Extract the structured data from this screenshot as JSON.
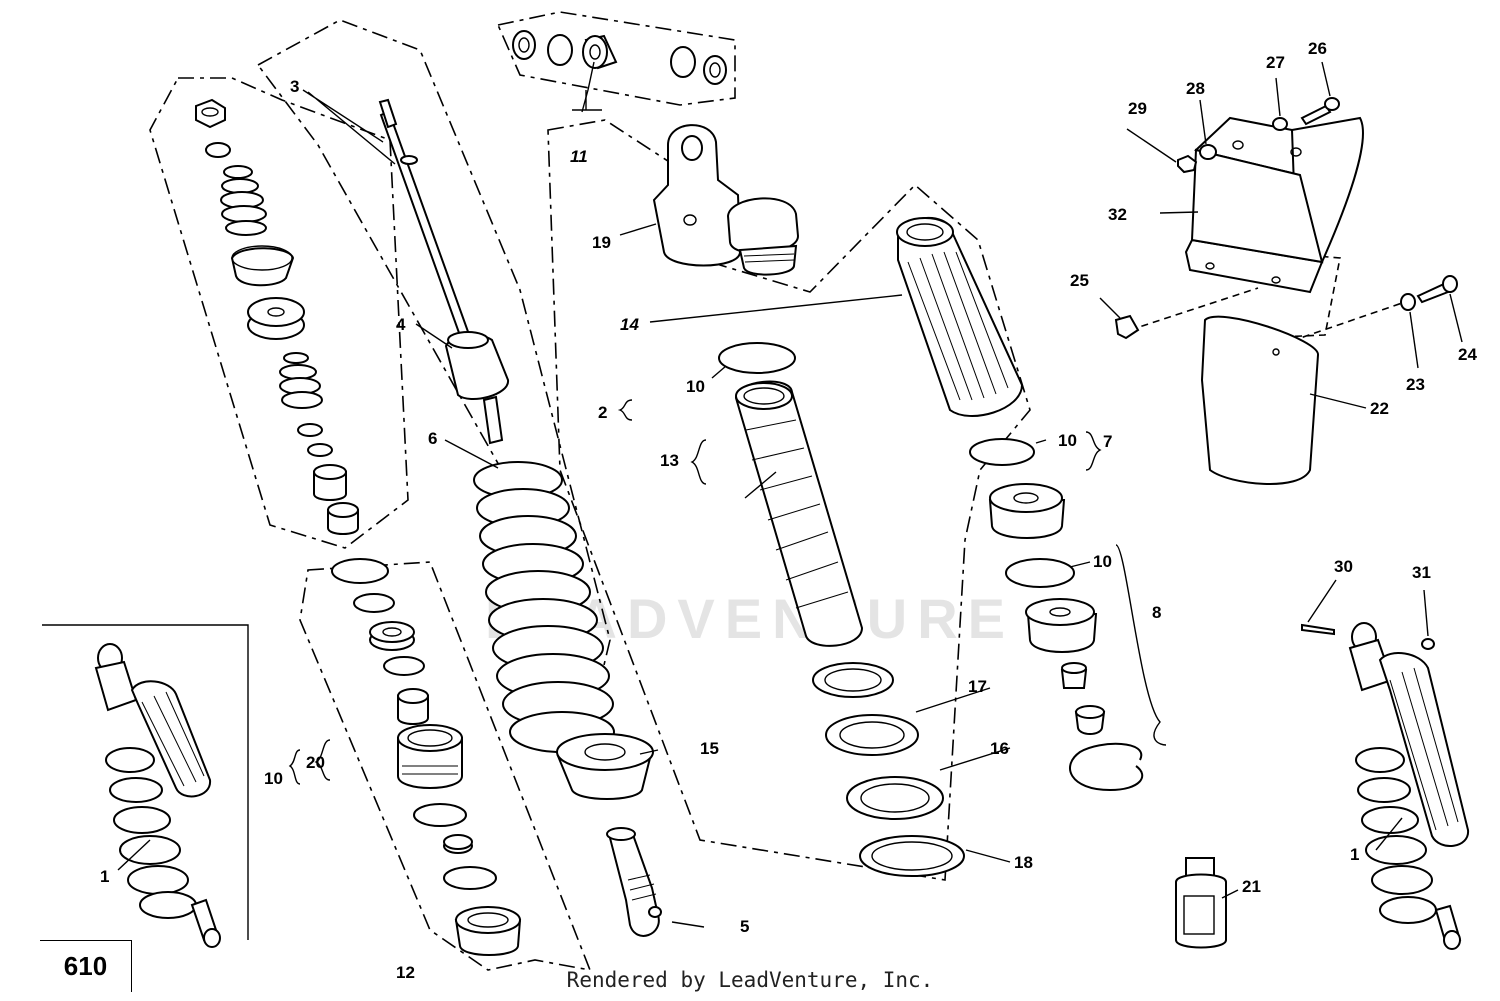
{
  "diagram": {
    "watermark": "LEADVENTURE",
    "page_number": "610",
    "footer": "Rendered by LeadVenture, Inc.",
    "callouts": {
      "c1a": "1",
      "c1b": "1",
      "c2": "2",
      "c3": "3",
      "c4": "4",
      "c5": "5",
      "c6": "6",
      "c7": "7",
      "c8": "8",
      "c10a": "10",
      "c10b": "10",
      "c10c": "10",
      "c10d": "10",
      "c11": "11",
      "c12": "12",
      "c13": "13",
      "c14": "14",
      "c15": "15",
      "c16": "16",
      "c17": "17",
      "c18": "18",
      "c19": "19",
      "c20": "20",
      "c21": "21",
      "c22": "22",
      "c23": "23",
      "c24": "24",
      "c25": "25",
      "c26": "26",
      "c27": "27",
      "c28": "28",
      "c29": "29",
      "c30": "30",
      "c31": "31",
      "c32": "32"
    }
  }
}
